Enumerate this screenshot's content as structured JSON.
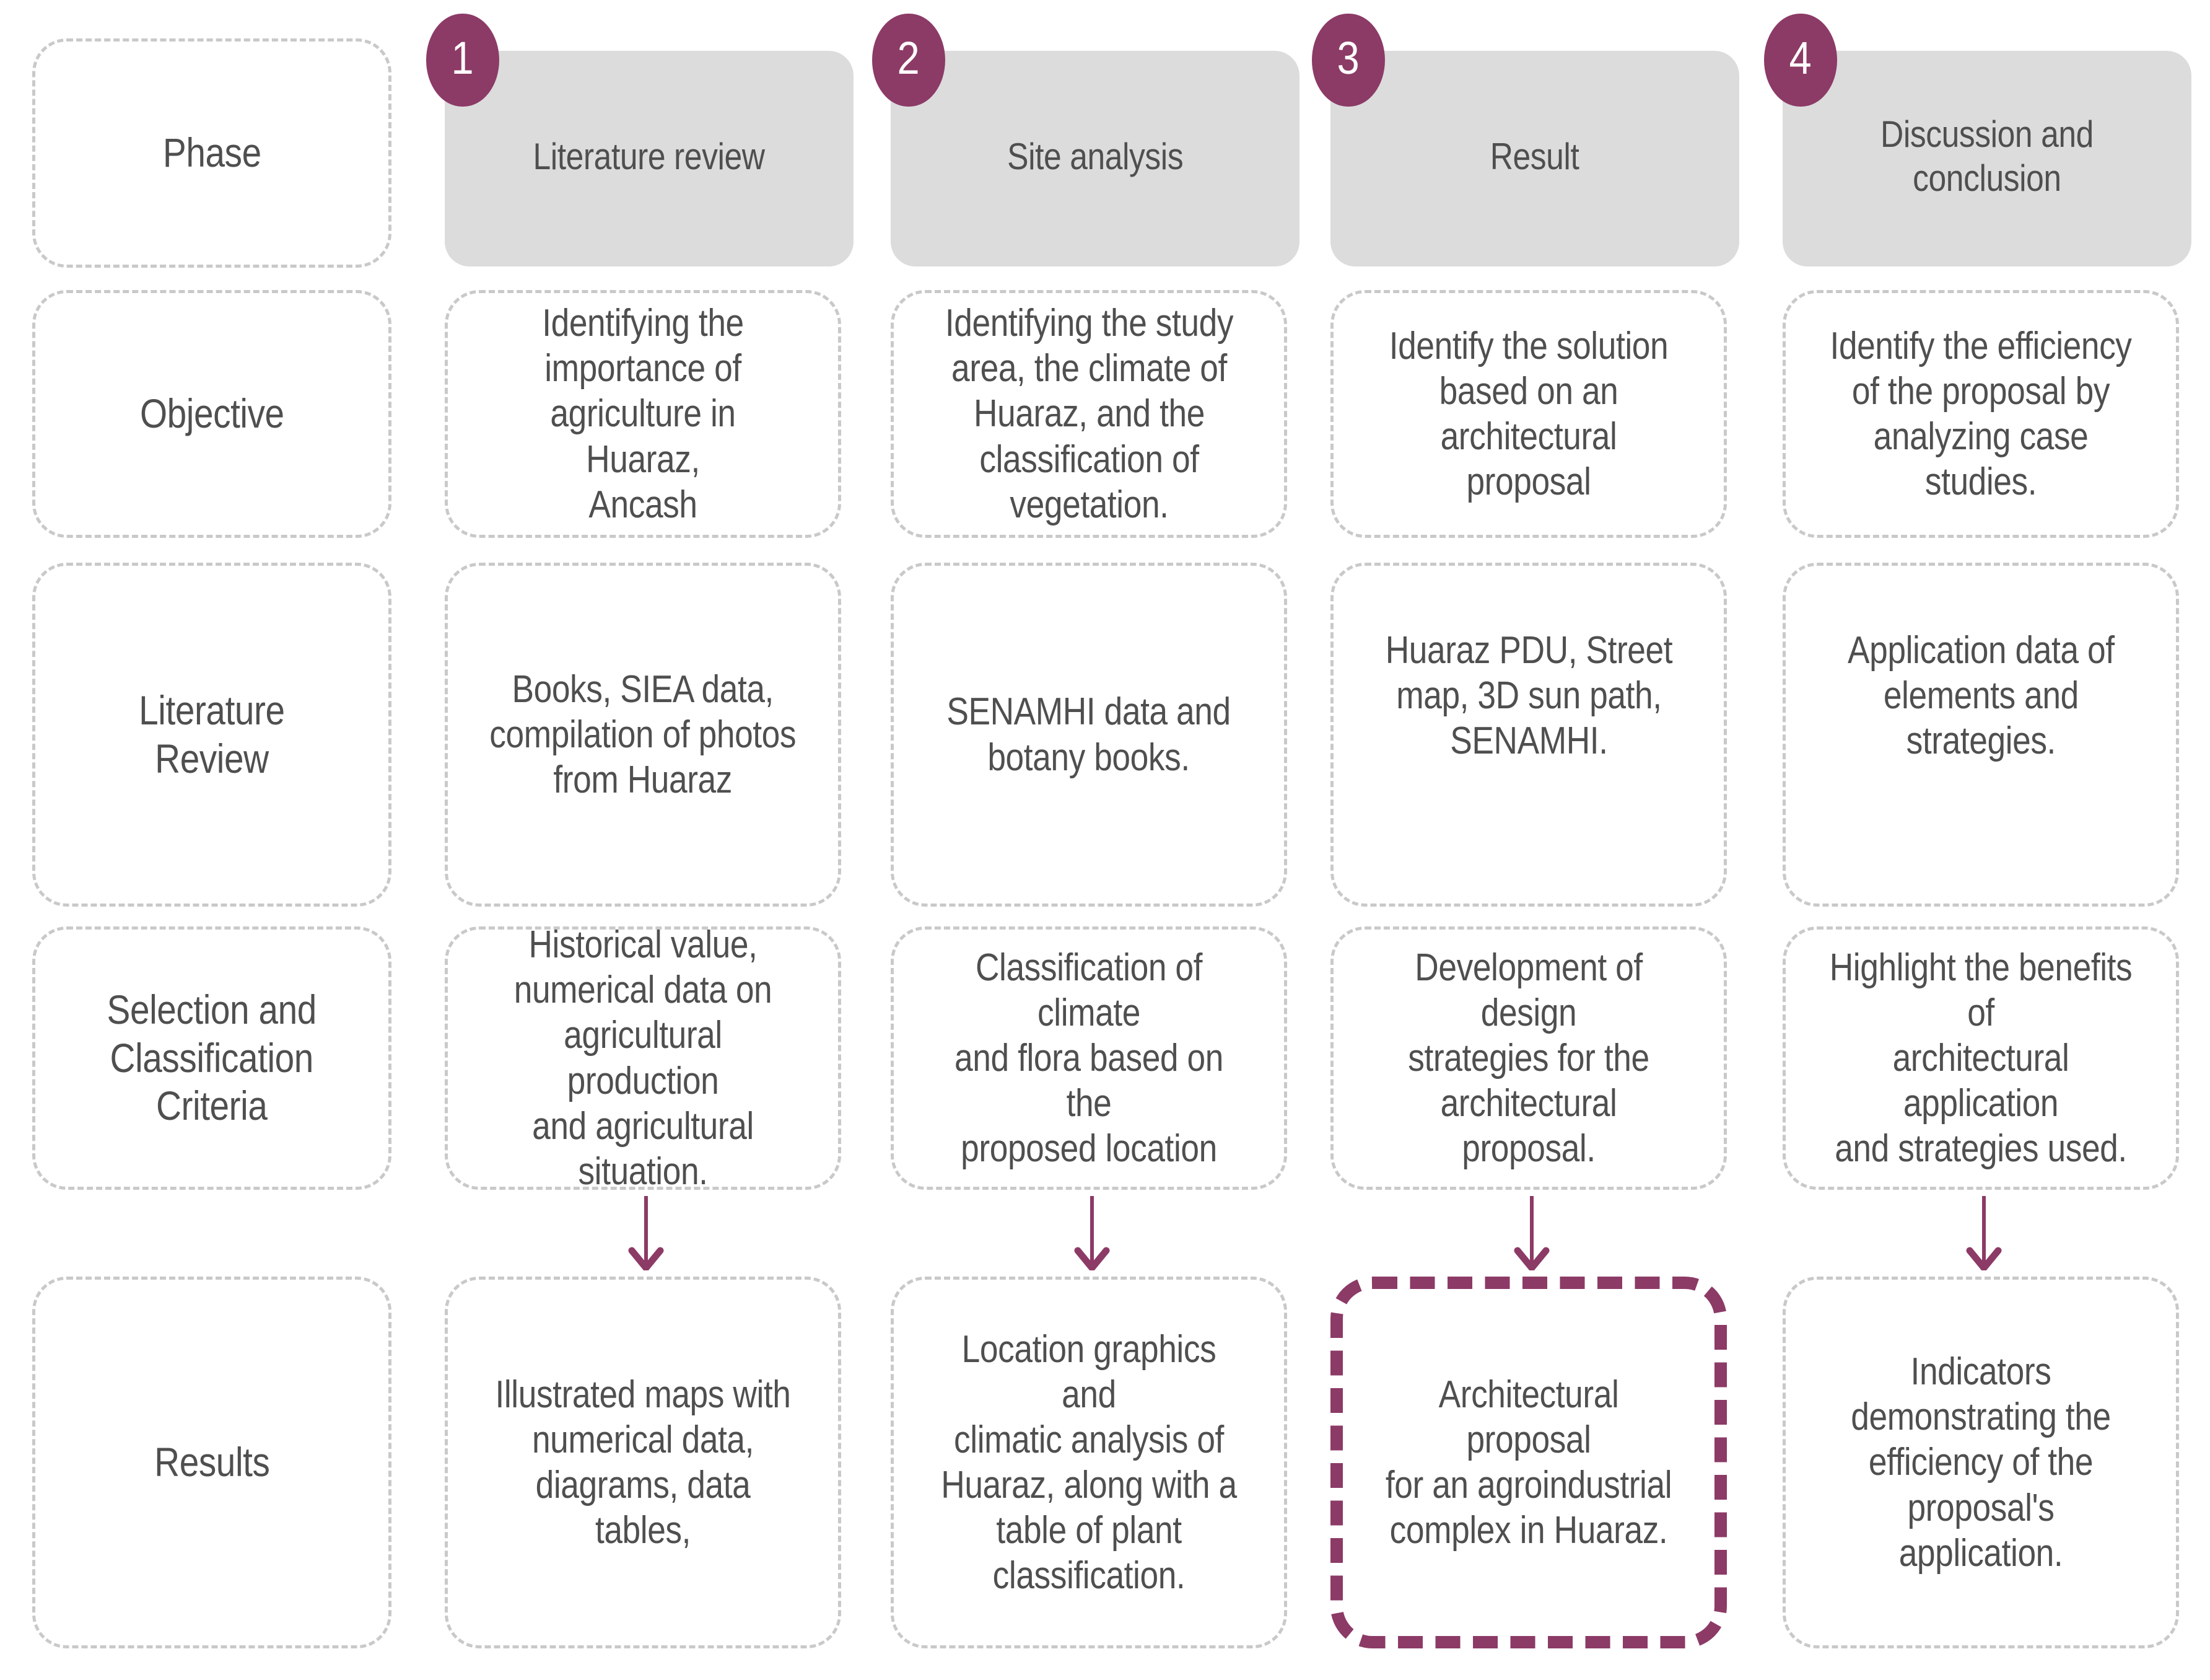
{
  "colors": {
    "accent": "#8c3a66",
    "header_card_bg": "#dcdcdc",
    "cell_border": "#c9c9c9",
    "text": "#4f4f4f"
  },
  "row_labels": [
    "Phase",
    "Objective",
    "Literature\nReview",
    "Selection and\nClassification\nCriteria",
    "Results"
  ],
  "phases": [
    {
      "number": "1",
      "label": "Literature review"
    },
    {
      "number": "2",
      "label": "Site analysis"
    },
    {
      "number": "3",
      "label": "Result"
    },
    {
      "number": "4",
      "label": "Discussion and\nconclusion"
    }
  ],
  "rows": {
    "objective": [
      "Identifying the\nimportance of\nagriculture in Huaraz,\nAncash",
      "Identifying the study\narea, the climate of\nHuaraz, and the\nclassification of\nvegetation.",
      "Identify the solution\nbased on an\narchitectural proposal",
      "Identify the efficiency\nof the proposal by\nanalyzing case studies."
    ],
    "literature_review": [
      "Books, SIEA data,\ncompilation of photos\nfrom Huaraz",
      "SENAMHI data and\nbotany books.",
      "Huaraz PDU, Street\nmap, 3D sun path,\nSENAMHI.",
      "Application data of\nelements and\nstrategies."
    ],
    "selection_and_classification_criteria": [
      "Historical value,\nnumerical data on\nagricultural production\nand agricultural\nsituation.",
      "Classification of climate\nand flora based on the\nproposed location",
      "Development of design\nstrategies for the\narchitectural proposal.",
      "Highlight the benefits of\narchitectural application\nand strategies used."
    ],
    "results": [
      "Illustrated maps with\nnumerical data,\ndiagrams, data tables,",
      "Location graphics and\nclimatic analysis of\nHuaraz, along with a\ntable of plant\nclassification.",
      "Architectural proposal\nfor an agroindustrial\ncomplex in Huaraz.",
      "Indicators\ndemonstrating the\nefficiency of the\nproposal's application."
    ]
  }
}
